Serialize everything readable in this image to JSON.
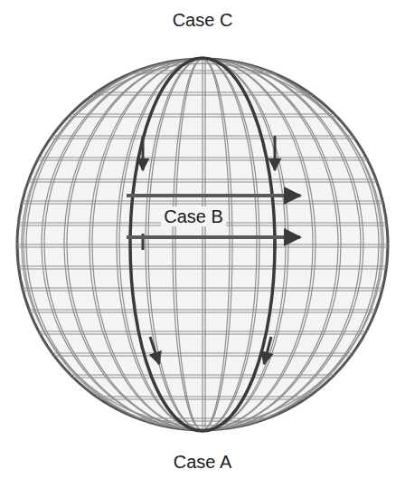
{
  "diagram": {
    "labels": [
      "Case C",
      "Case B",
      "Case A"
    ]
  }
}
